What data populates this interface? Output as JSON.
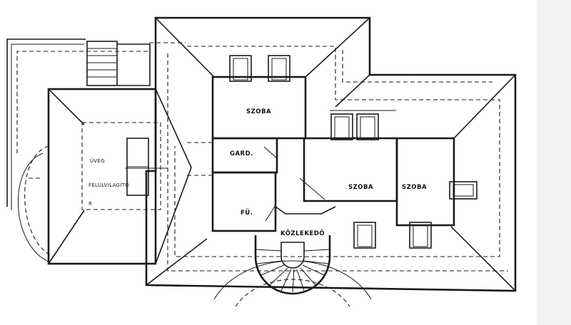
{
  "rooms": {
    "szoba_1": "SZOBA",
    "szoba_2": "SZOBA",
    "szoba_3": "SZOBA",
    "gard": "GARD.",
    "fu": "FÜ.",
    "kozlekedo": "KÖZLEKEDŐ"
  },
  "skylight": {
    "line1": "ÜVEG",
    "line2": "FELÜLVILÁGÍTÓ"
  },
  "colors": {
    "ink": "#1a1a1a",
    "paper": "#ffffff"
  }
}
